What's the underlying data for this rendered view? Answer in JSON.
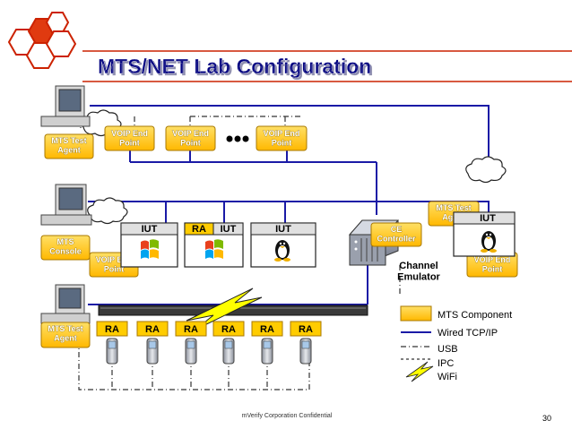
{
  "slide": {
    "title": "MTS/NET Lab Configuration",
    "footer": "mVerify Corporation  Confidential",
    "page_number": "30"
  },
  "nodes": {
    "mts_test_agent_top": "MTS Test Agent",
    "mts_test_agent_mid": "MTS Test Agent",
    "mts_test_agent_bottom": "MTS Test Agent",
    "mts_console": "MTS Console",
    "voip_1": "VOIP End Point",
    "voip_2": "VOIP End Point",
    "voip_3": "VOIP End Point",
    "voip_left": "VOIP End Point",
    "voip_right": "VOIP End Point",
    "iut_1": "IUT",
    "ra_mid": "RA",
    "iut_2": "IUT",
    "iut_3": "IUT",
    "iut_right": "IUT",
    "ce_controller": "CE Controller",
    "channel_emulator": "Channel Emulator",
    "ra_devices": [
      "RA",
      "RA",
      "RA",
      "RA",
      "RA",
      "RA"
    ]
  },
  "legend": {
    "component": "MTS Component",
    "wired": "Wired TCP/IP",
    "usb": "USB",
    "ipc": "IPC",
    "wifi": "WiFi"
  },
  "colors": {
    "component_fill": "#ffcc00",
    "wired_line": "#1a1aa6",
    "accent_red": "#cc2200"
  }
}
